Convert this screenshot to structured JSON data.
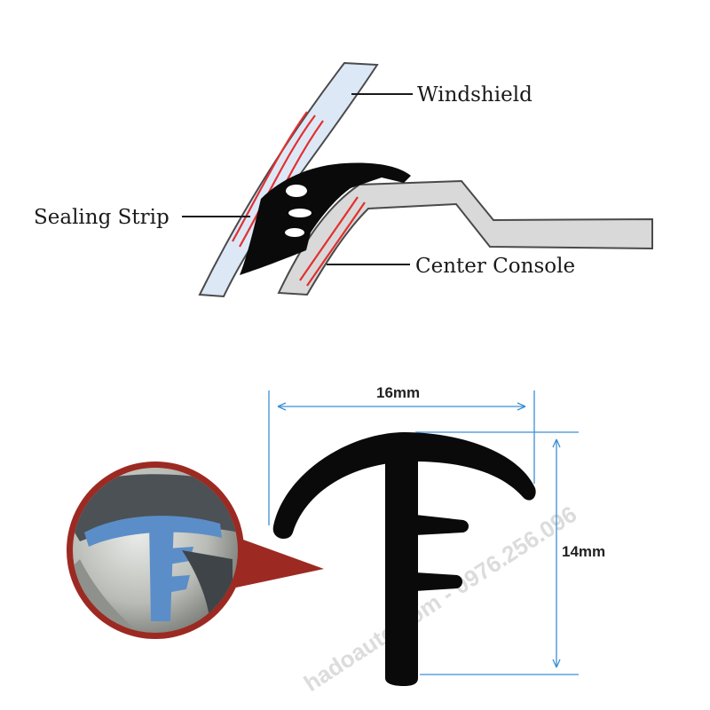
{
  "labels": {
    "windshield": "Windshield",
    "sealing_strip": "Sealing Strip",
    "center_console": "Center Console"
  },
  "dimensions": {
    "width": "16mm",
    "height": "14mm"
  },
  "watermark": "hadoauto.com - 0976.256.096",
  "colors": {
    "glass_fill": "#dde8f6",
    "console_fill": "#d9d9d9",
    "seal": "#0a0a0a",
    "heat_lines": "#e23030",
    "dim_lines": "#3b8fd6",
    "zoom_ring": "#9c2a22",
    "zoom_seal": "#5b8ec8"
  }
}
